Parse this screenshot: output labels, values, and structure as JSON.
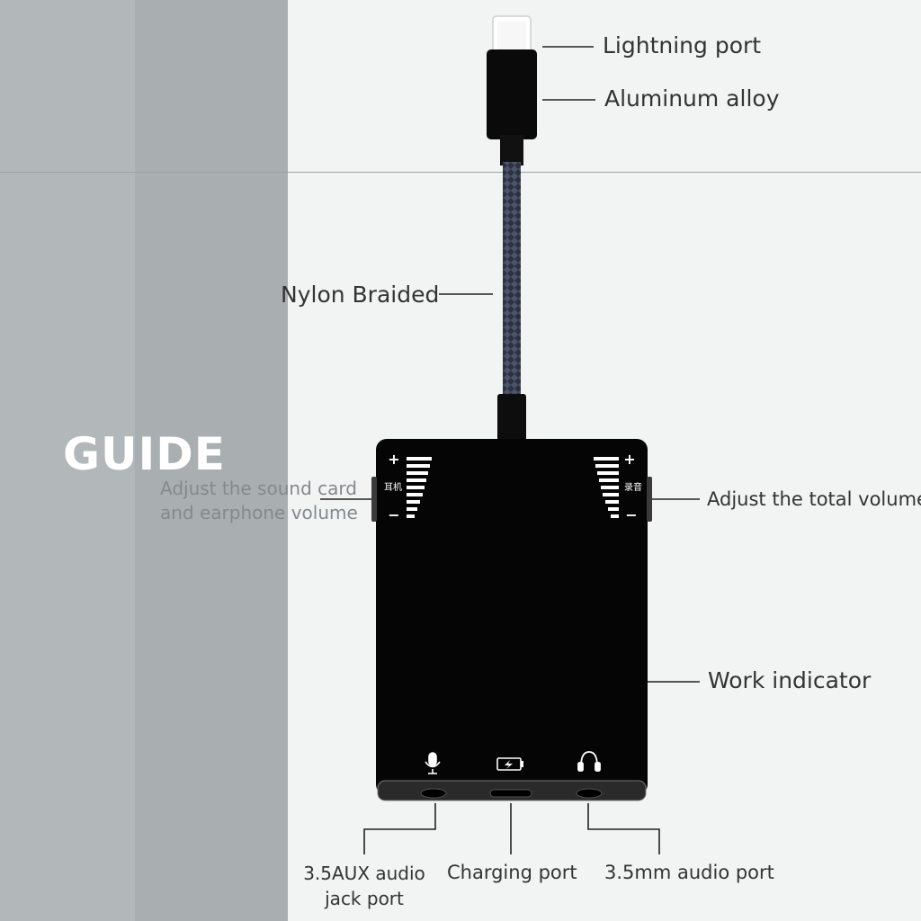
{
  "guide": {
    "title": "GUIDE"
  },
  "callouts": {
    "lightning_port": "Lightning port",
    "aluminum_alloy": "Aluminum alloy",
    "nylon_braided": "Nylon Braided",
    "adjust_sound_card": "Adjust the sound card and earphone volume",
    "adjust_total_volume": "Adjust the total volume",
    "work_indicator": "Work indicator",
    "aux_jack_port": "3.5AUX audio jack port",
    "charging_port": "Charging port",
    "audio_port": "3.5mm audio port"
  },
  "device": {
    "left_dial_label": "耳机",
    "right_dial_label": "录音",
    "plus": "+",
    "minus": "−"
  },
  "icons": [
    "microphone-icon",
    "battery-charging-icon",
    "headphones-icon"
  ],
  "colors": {
    "device": "#050505",
    "text": "#333333",
    "muted": "#828a8e",
    "guide": "#ffffff"
  }
}
